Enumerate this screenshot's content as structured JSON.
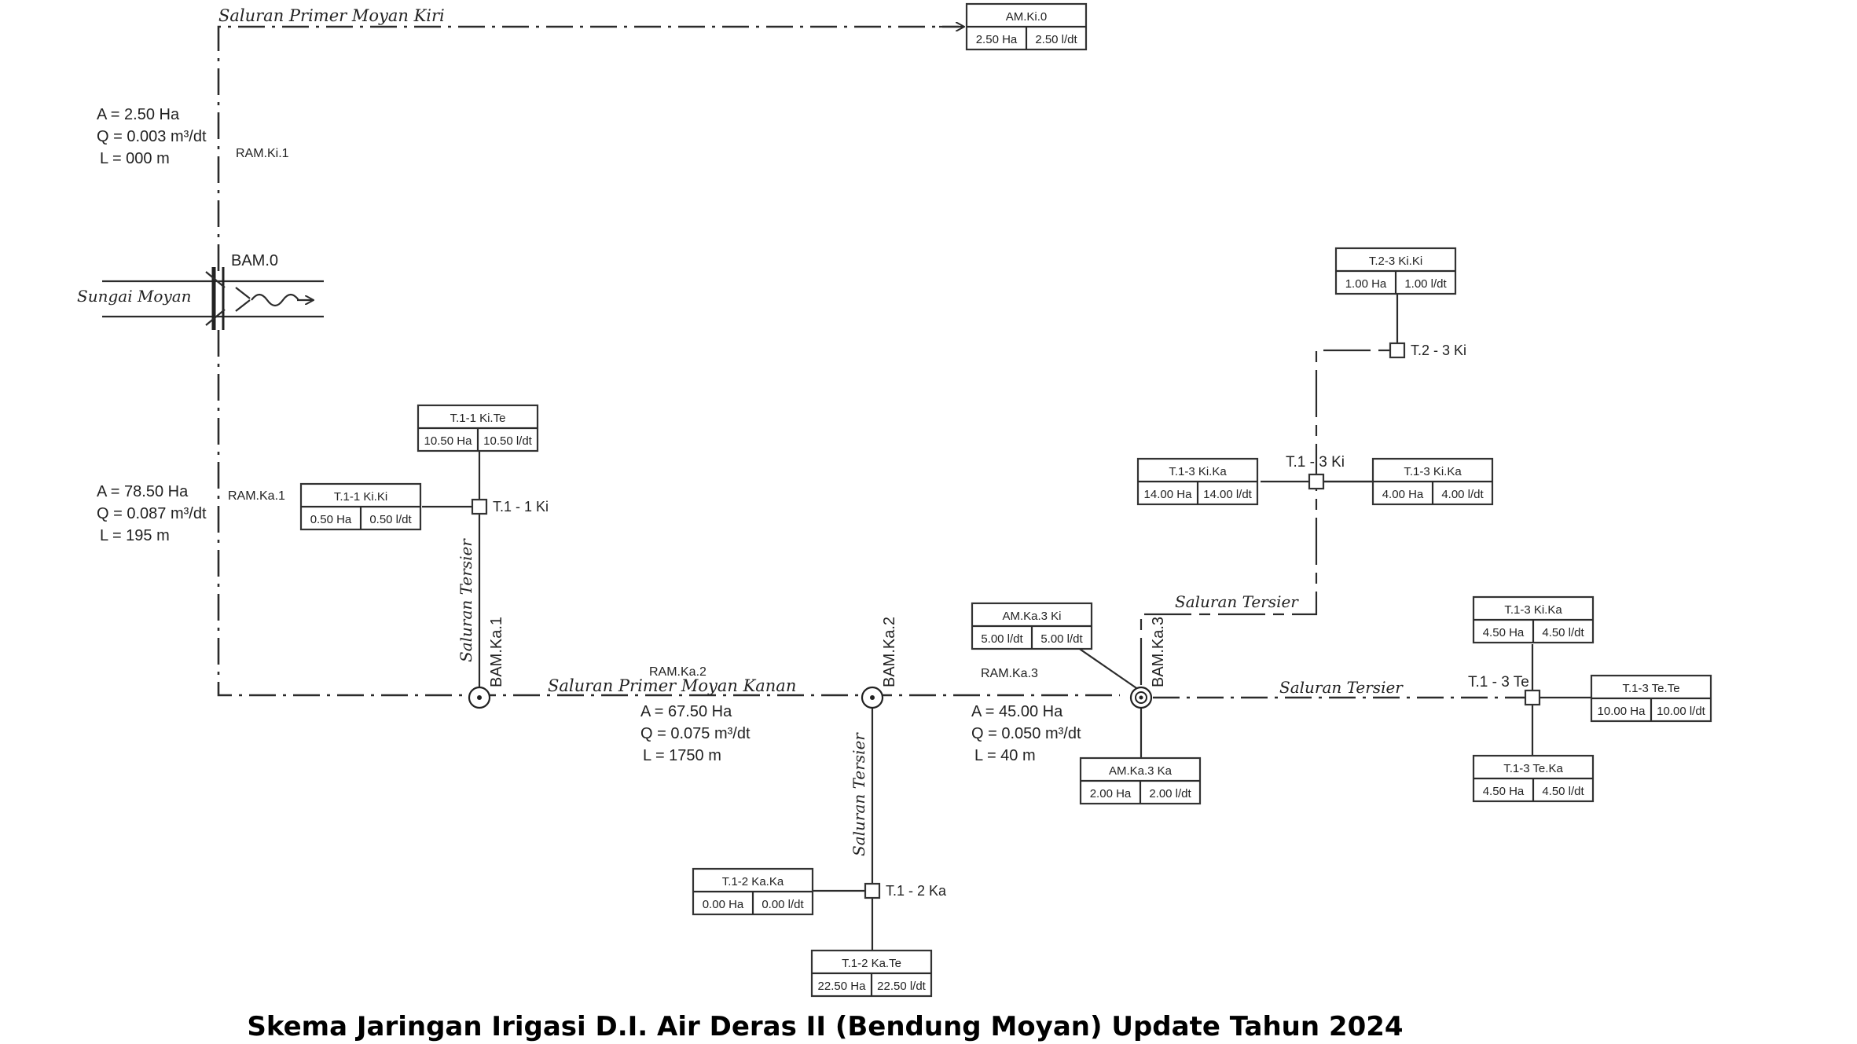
{
  "title": "Skema Jaringan Irigasi D.I. Air Deras II (Bendung Moyan) Update Tahun 2024",
  "river_label": "Sungai Moyan",
  "canals": {
    "primer_kiri": "Saluran Primer Moyan Kiri",
    "primer_kanan": "Saluran Primer Moyan Kanan",
    "tersier_1": "Saluran Tersier",
    "tersier_2": "Saluran Tersier",
    "tersier_3": "Saluran Tersier",
    "tersier_4": "Saluran Tersier"
  },
  "structures": {
    "bam0": "BAM.0",
    "bamka1": "BAM.Ka.1",
    "bamka2": "BAM.Ka.2",
    "bamka3": "BAM.Ka.3"
  },
  "sections": {
    "ramki1": "RAM.Ki.1",
    "ramka1": "RAM.Ka.1",
    "ramka2": "RAM.Ka.2",
    "ramka3": "RAM.Ka.3"
  },
  "params": {
    "kiri": [
      "A = 2.50 Ha",
      "Q = 0.003 m³/dt",
      "L = 000 m"
    ],
    "ka1": [
      "A = 78.50 Ha",
      "Q = 0.087 m³/dt",
      "L = 195 m"
    ],
    "ka2": [
      "A = 67.50 Ha",
      "Q = 0.075 m³/dt",
      "L = 1750 m"
    ],
    "ka3": [
      "A = 45.00 Ha",
      "Q = 0.050 m³/dt",
      "L = 40 m"
    ]
  },
  "nodes": {
    "t11ki": "T.1 - 1 Ki",
    "t12ka": "T.1 - 2 Ka",
    "t13ki": "T.1 - 3 Ki",
    "t23ki": "T.2 - 3 Ki",
    "t13te": "T.1 - 3 Te"
  },
  "blocks": {
    "amki0": {
      "name": "AM.Ki.0",
      "area": "2.50 Ha",
      "flow": "2.50 l/dt"
    },
    "t11kite": {
      "name": "T.1-1 Ki.Te",
      "area": "10.50 Ha",
      "flow": "10.50 l/dt"
    },
    "t11kiki": {
      "name": "T.1-1 Ki.Ki",
      "area": "0.50 Ha",
      "flow": "0.50 l/dt"
    },
    "t12kaka": {
      "name": "T.1-2 Ka.Ka",
      "area": "0.00 Ha",
      "flow": "0.00 l/dt"
    },
    "t12kate": {
      "name": "T.1-2 Ka.Te",
      "area": "22.50 Ha",
      "flow": "22.50 l/dt"
    },
    "amka3ki": {
      "name": "AM.Ka.3 Ki",
      "area": "5.00 l/dt",
      "flow": "5.00 l/dt"
    },
    "amka3ka": {
      "name": "AM.Ka.3 Ka",
      "area": "2.00 Ha",
      "flow": "2.00 l/dt"
    },
    "t23kiki": {
      "name": "T.2-3 Ki.Ki",
      "area": "1.00 Ha",
      "flow": "1.00 l/dt"
    },
    "t13kika_l": {
      "name": "T.1-3 Ki.Ka",
      "area": "14.00 Ha",
      "flow": "14.00 l/dt"
    },
    "t13kika_r": {
      "name": "T.1-3 Ki.Ka",
      "area": "4.00 Ha",
      "flow": "4.00 l/dt"
    },
    "t13kika_t": {
      "name": "T.1-3 Ki.Ka",
      "area": "4.50 Ha",
      "flow": "4.50 l/dt"
    },
    "t13tete": {
      "name": "T.1-3 Te.Te",
      "area": "10.00 Ha",
      "flow": "10.00 l/dt"
    },
    "t13teka": {
      "name": "T.1-3 Te.Ka",
      "area": "4.50 Ha",
      "flow": "4.50 l/dt"
    }
  }
}
